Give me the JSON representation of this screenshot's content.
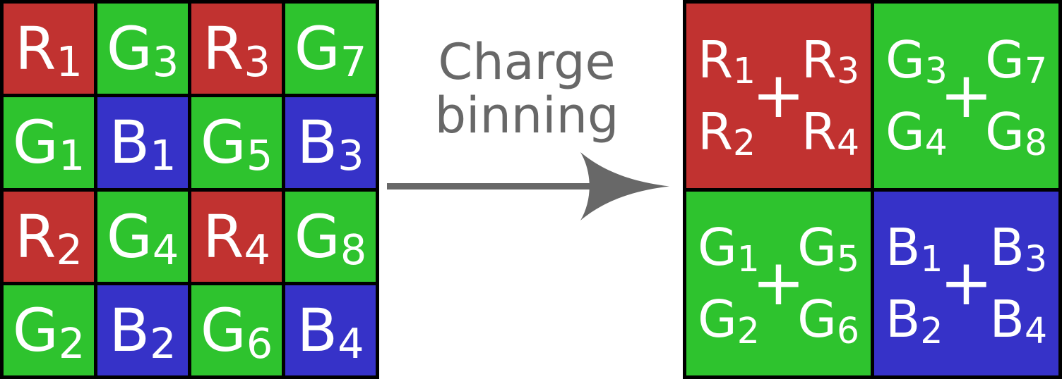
{
  "palette": {
    "red": "#c13230",
    "green": "#2ec32e",
    "blue": "#3632c8",
    "gray": "#686868",
    "border": "#000000",
    "background": "#ffffff",
    "cell_text": "#ffffff"
  },
  "process": {
    "line1": "Charge",
    "line2": "binning",
    "arrow_icon": "right-arrow"
  },
  "left_grid": {
    "rows": 4,
    "cols": 4,
    "cells": [
      {
        "letter": "R",
        "sub": "1",
        "color": "red"
      },
      {
        "letter": "G",
        "sub": "3",
        "color": "green"
      },
      {
        "letter": "R",
        "sub": "3",
        "color": "red"
      },
      {
        "letter": "G",
        "sub": "7",
        "color": "green"
      },
      {
        "letter": "G",
        "sub": "1",
        "color": "green"
      },
      {
        "letter": "B",
        "sub": "1",
        "color": "blue"
      },
      {
        "letter": "G",
        "sub": "5",
        "color": "green"
      },
      {
        "letter": "B",
        "sub": "3",
        "color": "blue"
      },
      {
        "letter": "R",
        "sub": "2",
        "color": "red"
      },
      {
        "letter": "G",
        "sub": "4",
        "color": "green"
      },
      {
        "letter": "R",
        "sub": "4",
        "color": "red"
      },
      {
        "letter": "G",
        "sub": "8",
        "color": "green"
      },
      {
        "letter": "G",
        "sub": "2",
        "color": "green"
      },
      {
        "letter": "B",
        "sub": "2",
        "color": "blue"
      },
      {
        "letter": "G",
        "sub": "6",
        "color": "green"
      },
      {
        "letter": "B",
        "sub": "4",
        "color": "blue"
      }
    ]
  },
  "right_grid": {
    "rows": 2,
    "cols": 2,
    "cells": [
      {
        "color": "red",
        "plus": "+",
        "top_left": {
          "letter": "R",
          "sub": "1"
        },
        "top_right": {
          "letter": "R",
          "sub": "3"
        },
        "bottom_left": {
          "letter": "R",
          "sub": "2"
        },
        "bottom_right": {
          "letter": "R",
          "sub": "4"
        }
      },
      {
        "color": "green",
        "plus": "+",
        "top_left": {
          "letter": "G",
          "sub": "3"
        },
        "top_right": {
          "letter": "G",
          "sub": "7"
        },
        "bottom_left": {
          "letter": "G",
          "sub": "4"
        },
        "bottom_right": {
          "letter": "G",
          "sub": "8"
        }
      },
      {
        "color": "green",
        "plus": "+",
        "top_left": {
          "letter": "G",
          "sub": "1"
        },
        "top_right": {
          "letter": "G",
          "sub": "5"
        },
        "bottom_left": {
          "letter": "G",
          "sub": "2"
        },
        "bottom_right": {
          "letter": "G",
          "sub": "6"
        }
      },
      {
        "color": "blue",
        "plus": "+",
        "top_left": {
          "letter": "B",
          "sub": "1"
        },
        "top_right": {
          "letter": "B",
          "sub": "3"
        },
        "bottom_left": {
          "letter": "B",
          "sub": "2"
        },
        "bottom_right": {
          "letter": "B",
          "sub": "4"
        }
      }
    ]
  }
}
